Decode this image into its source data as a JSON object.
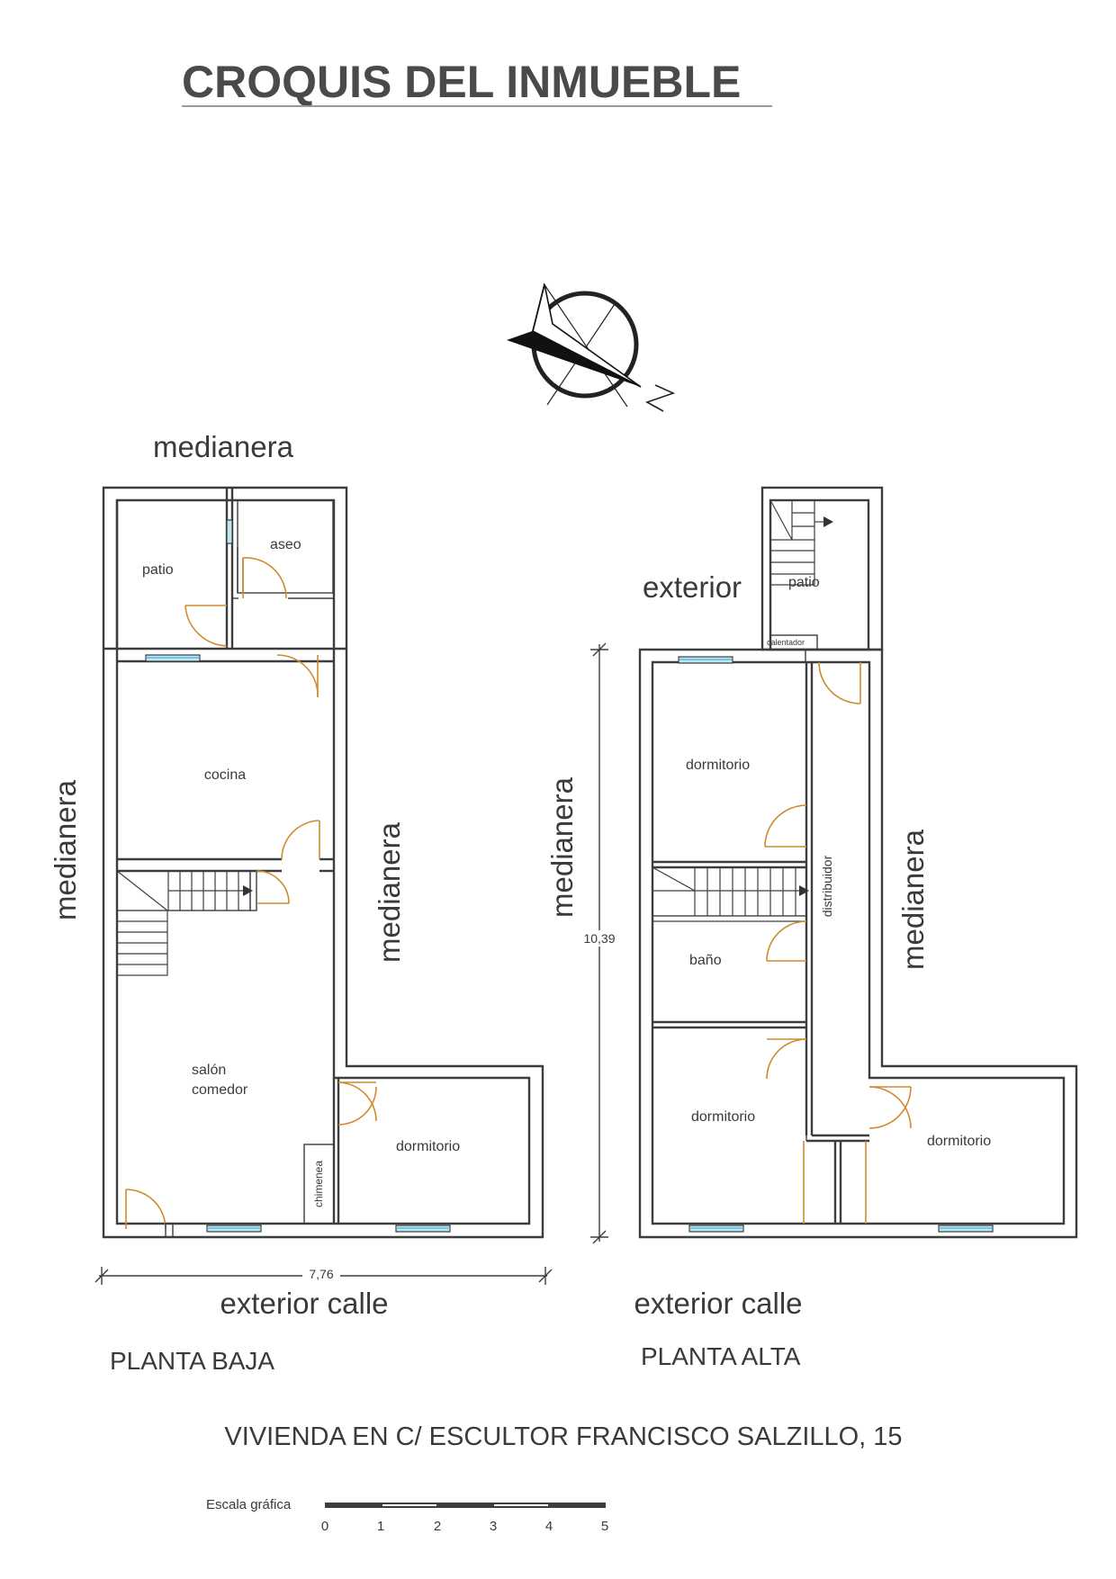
{
  "title": "CROQUIS DEL INMUEBLE",
  "address": "VIVIENDA EN C/ ESCULTOR FRANCISCO SALZILLO, 15",
  "ground_floor": {
    "name": "PLANTA BAJA",
    "top_label": "medianera",
    "left_label": "medianera",
    "right_label": "medianera",
    "bottom_label": "exterior calle",
    "width_dimension": "7,76",
    "rooms": {
      "patio": "patio",
      "aseo": "aseo",
      "cocina": "cocina",
      "salon_line1": "salón",
      "salon_line2": "comedor",
      "chimenea": "chimenea",
      "dormitorio": "dormitorio"
    }
  },
  "upper_floor": {
    "name": "PLANTA ALTA",
    "left_label": "medianera",
    "right_label": "medianera",
    "exterior_label": "exterior",
    "bottom_label": "exterior calle",
    "height_dimension": "10,39",
    "rooms": {
      "patio": "patio",
      "calentador": "calentador",
      "dormitorio_top": "dormitorio",
      "distribuidor": "distribuidor",
      "bano": "baño",
      "dormitorio_bottom_left": "dormitorio",
      "dormitorio_bottom_right": "dormitorio"
    }
  },
  "scale": {
    "label": "Escala gráfica",
    "ticks": [
      "0",
      "1",
      "2",
      "3",
      "4",
      "5"
    ]
  },
  "colors": {
    "walls": "#3d3d3d",
    "doors": "#d08a2e",
    "windows": "#49b4d6"
  },
  "icons": {
    "north_arrow": "compass-north-arrow-icon"
  }
}
